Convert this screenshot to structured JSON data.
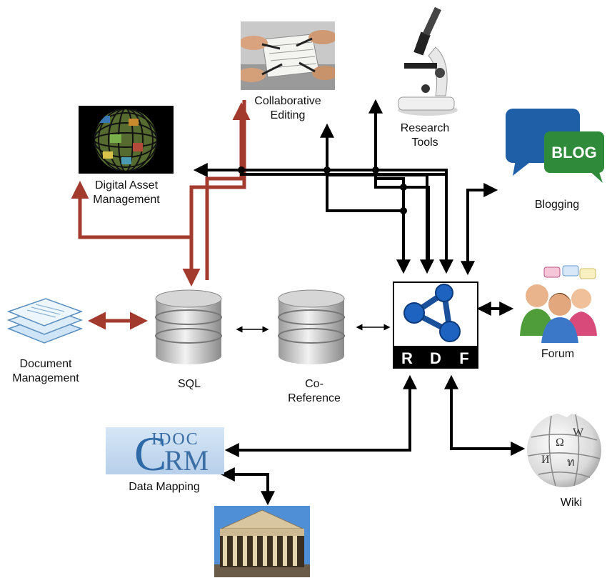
{
  "nodes": {
    "collaborative_editing": {
      "label": "Collaborative\nEditing"
    },
    "research_tools": {
      "label": "Research\nTools"
    },
    "digital_asset_management": {
      "label": "Digital Asset\nManagement"
    },
    "blogging": {
      "label": "Blogging",
      "badge": "BLOG"
    },
    "document_management": {
      "label": "Document\nManagement"
    },
    "sql": {
      "label": "SQL"
    },
    "co_reference": {
      "label": "Co-\nReference"
    },
    "rdf": {
      "letters": [
        "R",
        "D",
        "F"
      ]
    },
    "forum": {
      "label": "Forum"
    },
    "data_mapping": {
      "label": "Data Mapping",
      "logo_top": "IDOC",
      "logo_big_c": "C",
      "logo_rest": "RM"
    },
    "wiki": {
      "label": "Wiki"
    }
  },
  "colors": {
    "black_arrow": "#000000",
    "red_arrow": "#a33a2e",
    "blog_blue": "#1f5fa8",
    "blog_green": "#2f8a3a"
  }
}
